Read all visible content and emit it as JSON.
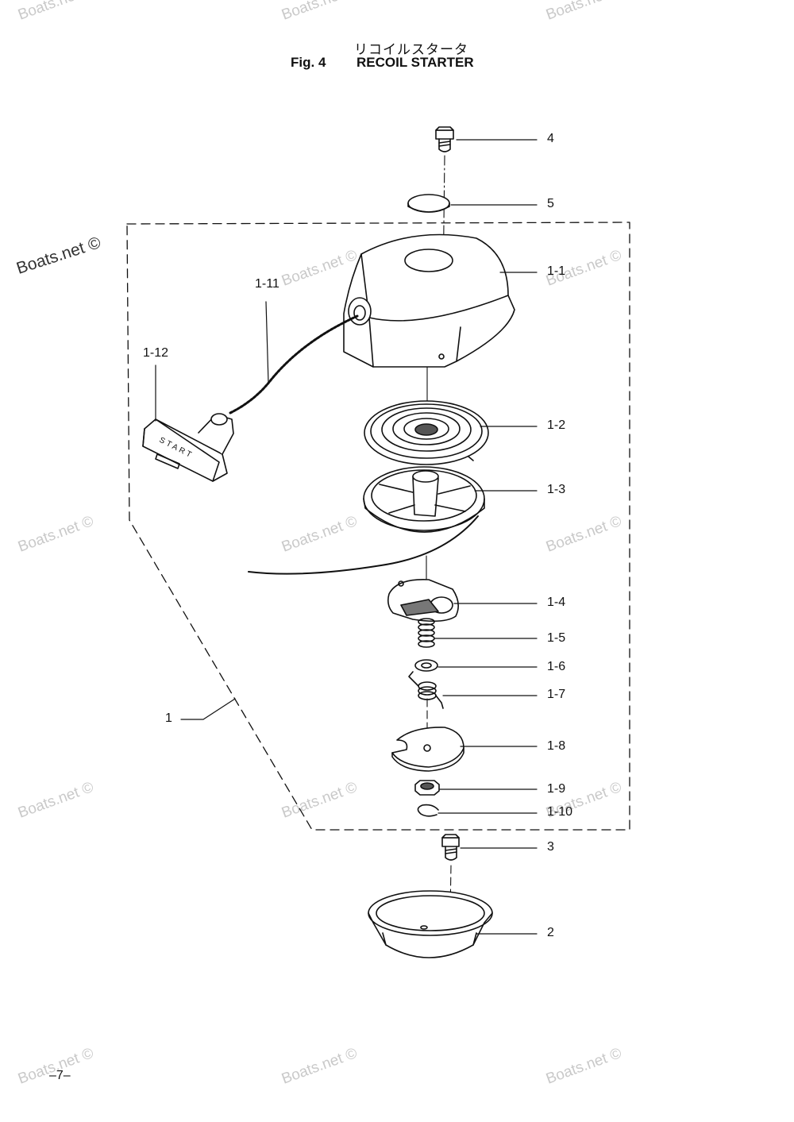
{
  "title": {
    "japanese": "リコイルスタータ",
    "figure": "Fig. 4",
    "name": "RECOIL STARTER"
  },
  "watermark": "Boats.net ©",
  "page_number": "–7–",
  "parts": [
    {
      "ref": "4"
    },
    {
      "ref": "5"
    },
    {
      "ref": "1-1"
    },
    {
      "ref": "1-11"
    },
    {
      "ref": "1-12"
    },
    {
      "ref": "1-2"
    },
    {
      "ref": "1-3"
    },
    {
      "ref": "1-4"
    },
    {
      "ref": "1-5"
    },
    {
      "ref": "1-6"
    },
    {
      "ref": "1-7"
    },
    {
      "ref": "1"
    },
    {
      "ref": "1-8"
    },
    {
      "ref": "1-9"
    },
    {
      "ref": "1-10"
    },
    {
      "ref": "3"
    },
    {
      "ref": "2"
    }
  ],
  "handle_text": "START"
}
